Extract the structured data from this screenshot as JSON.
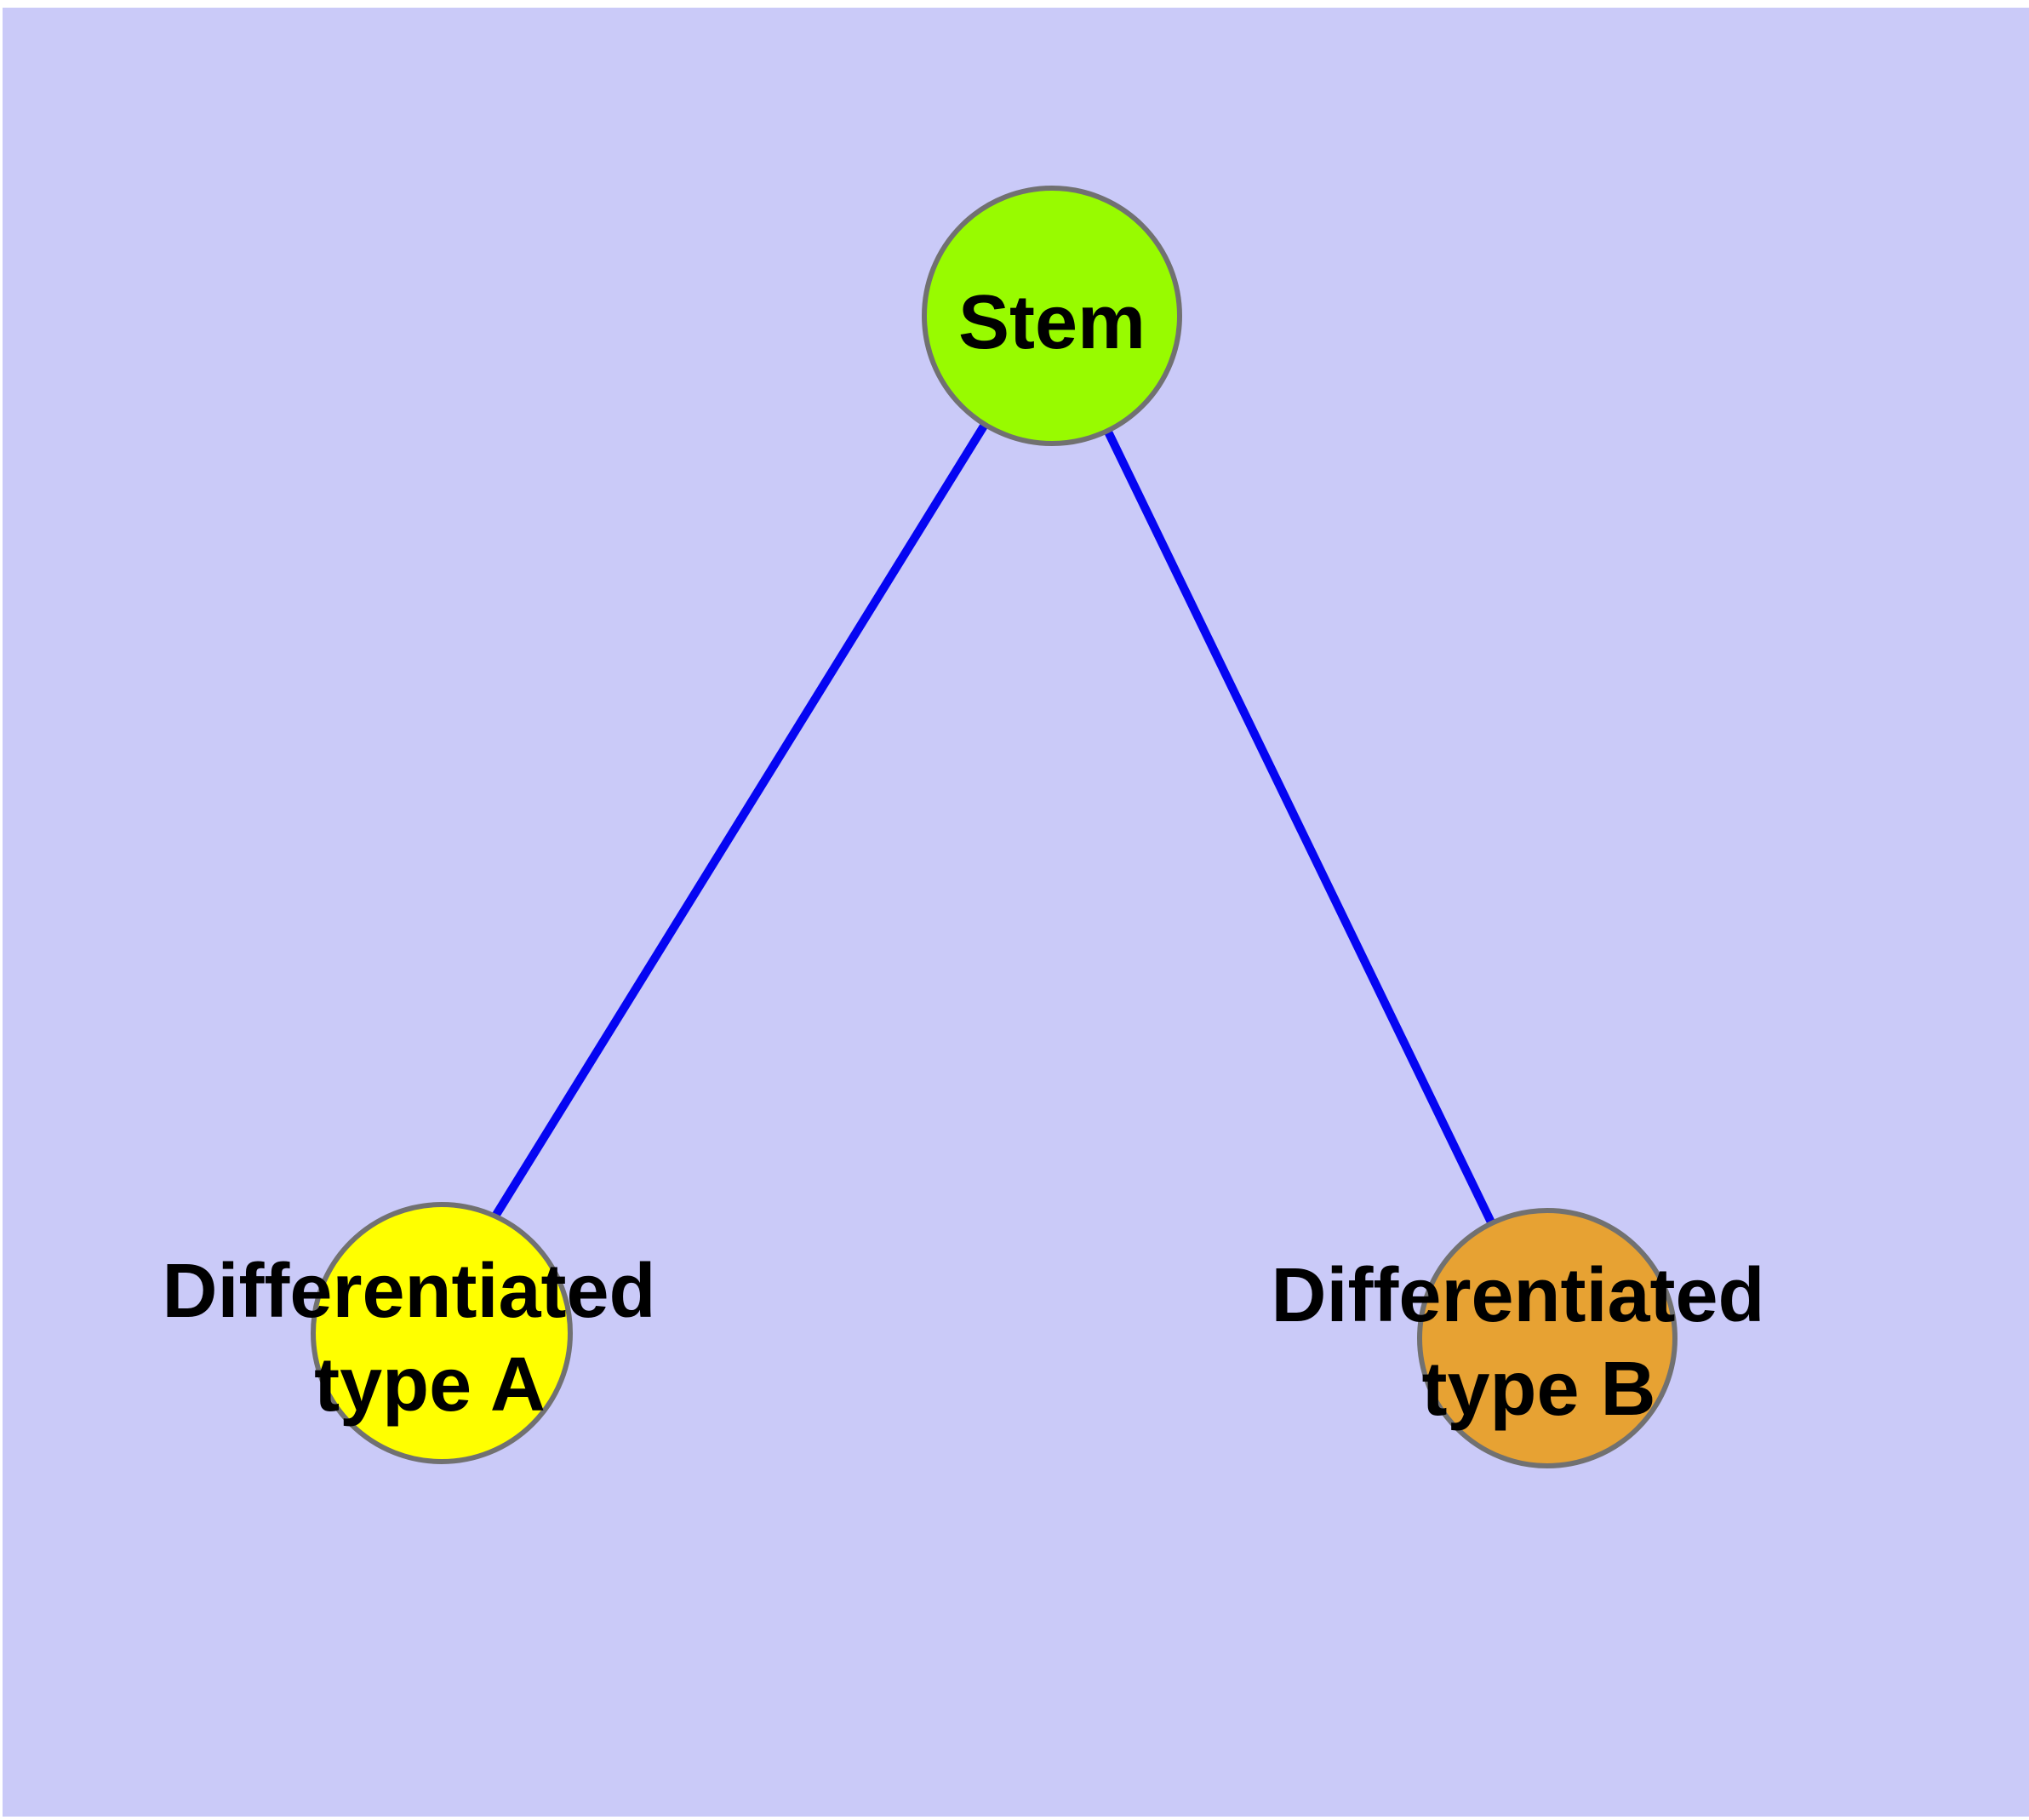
{
  "diagram": {
    "type": "graph",
    "colors": {
      "page_background": "#ffffff",
      "canvas_background": "#cacaf8",
      "edge": "#0505f2",
      "node_border": "#717171",
      "label_text": "#000000"
    },
    "nodes": [
      {
        "id": "stem",
        "label": "Stem",
        "label_line1": "Stem",
        "label_line2": "",
        "fill": "#98fb00"
      },
      {
        "id": "type-a",
        "label": "Differentiated type A",
        "label_line1": "Differentiated",
        "label_line2": "type A",
        "fill": "#ffff00"
      },
      {
        "id": "type-b",
        "label": "Differentiated type B",
        "label_line1": "Differentiated",
        "label_line2": "type B",
        "fill": "#e7a233"
      }
    ],
    "edges": [
      {
        "from": "Stem",
        "to": "Differentiated type A"
      },
      {
        "from": "Stem",
        "to": "Differentiated type B"
      }
    ]
  }
}
